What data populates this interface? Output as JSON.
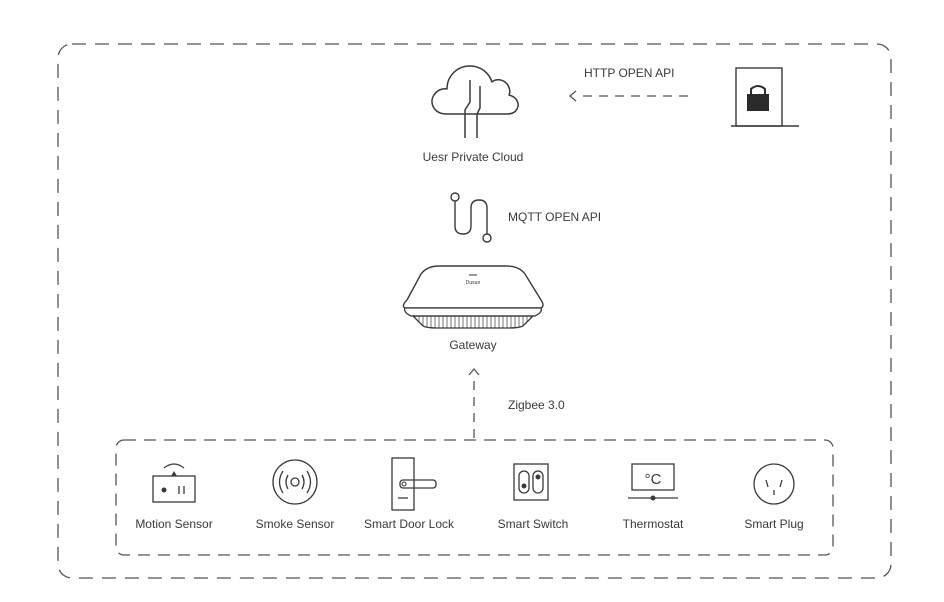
{
  "colors": {
    "stroke": "#3a3a3a",
    "dash": "#555555",
    "lock": "#2b2b2b",
    "text": "#3a3a3a"
  },
  "cloud": {
    "label": "Uesr Private Cloud",
    "icon": "cloud-icon"
  },
  "http_api": {
    "label": "HTTP OPEN API",
    "icon": "app-lock-icon"
  },
  "mqtt_api": {
    "label": "MQTT OPEN API",
    "icon": "cable-icon"
  },
  "gateway": {
    "label": "Gateway",
    "brand": "Dusun",
    "icon": "gateway-device-icon"
  },
  "zigbee": {
    "label": "Zigbee 3.0"
  },
  "devices": [
    {
      "label": "Motion Sensor",
      "icon": "motion-sensor-icon"
    },
    {
      "label": "Smoke Sensor",
      "icon": "smoke-sensor-icon"
    },
    {
      "label": "Smart Door Lock",
      "icon": "door-lock-icon"
    },
    {
      "label": "Smart Switch",
      "icon": "switch-icon"
    },
    {
      "label": "Thermostat",
      "icon": "thermostat-icon",
      "display": "°C"
    },
    {
      "label": "Smart Plug",
      "icon": "plug-icon"
    }
  ]
}
